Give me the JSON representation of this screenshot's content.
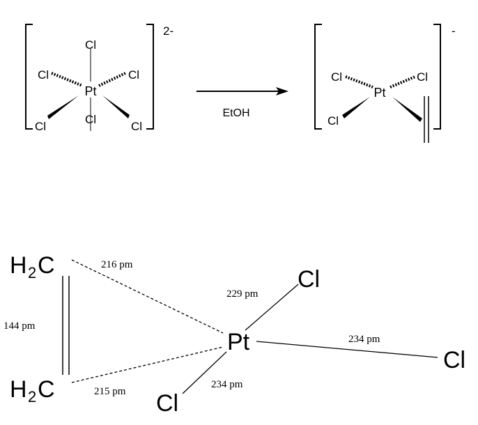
{
  "reaction": {
    "reactant": {
      "center": "Pt",
      "ligands": [
        "Cl",
        "Cl",
        "Cl",
        "Cl",
        "Cl",
        "Cl"
      ],
      "charge": "2-"
    },
    "condition": "EtOH",
    "product": {
      "center": "Pt",
      "ligands": [
        "Cl",
        "Cl",
        "Cl"
      ],
      "charge": "-"
    }
  },
  "structure": {
    "atoms": {
      "pt": "Pt",
      "cl_upper": "Cl",
      "cl_right": "Cl",
      "cl_lower": "Cl",
      "ch2_top": "H",
      "ch2_bottom": "H",
      "sub2": "2",
      "c": "C"
    },
    "distances": {
      "c_c": "144 pm",
      "pt_c_top": "216 pm",
      "pt_c_bottom": "215 pm",
      "pt_cl_upper": "229 pm",
      "pt_cl_right": "234 pm",
      "pt_cl_lower": "234 pm"
    }
  }
}
